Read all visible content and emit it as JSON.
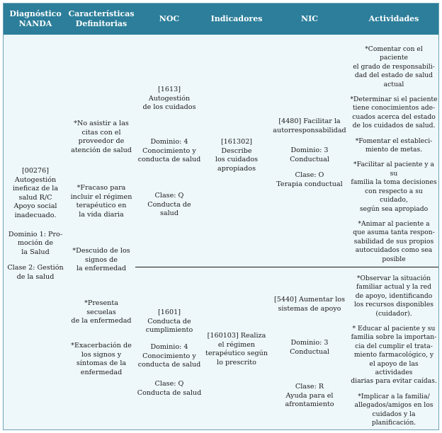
{
  "headers": {
    "diagnostico": "Diagnóstico\nNANDA",
    "caracteristicas": "Características\nDefinitorias",
    "noc": "NOC",
    "indicadores": "Indicadores",
    "nic": "NIC",
    "actividades": "Actividades"
  },
  "diagnosis": {
    "code_text": "[00276]\nAutogestión\nineficaz de la\nsalud R/C\nApoyo social\ninadecuado.",
    "dominio": "Dominio 1: Pro-\nmoción de\nla Salud",
    "clase": "Clase 2: Gestión\nde la salud"
  },
  "characteristics": [
    "*No asistir a las\ncitas con el\nproveedor de\natención de salud",
    "*Fracaso para\nincluir el régimen\nterapéutico en\nla vida diaria",
    "*Descuido de los\nsignos de\nla enfermedad",
    "*Presenta secuelas\nde la enfermedad",
    "*Exacerbación de\nlos signos y\nsíntomas de la\nenfermedad"
  ],
  "noc_1": {
    "code": "[1613]\nAutogestión\nde los cuidados",
    "dominio": "Dominio: 4\nConocimiento y\nconducta de salud",
    "clase": "Clase: Q\nConducta de\nsalud"
  },
  "noc_2": {
    "code": "[1601]\nConducta de\ncumplimiento",
    "dominio": "Dominio: 4\nConocimiento y\nconducta de salud",
    "clase": "Clase: Q\nConducta de salud"
  },
  "indicador_1": "[161302] Describe\nlos cuidados\napropiados",
  "indicador_2": "[160103] Realiza\nel régimen\nterapéutico según\nlo prescrito",
  "nic_1": {
    "code": "[4480] Facilitar la\nautorresponsabilidad",
    "dominio": "Dominio: 3\nConductual",
    "clase": "Clase: O\nTerapia conductual"
  },
  "nic_2": {
    "code": "[5440] Aumentar los\nsistemas de apoyo",
    "dominio": "Dominio: 3\nConductual",
    "clase": "Clase: R\nAyuda para el\nafrontamiento"
  },
  "actividades_1": [
    "*Comentar con el paciente\nel grado de responsabili-\ndad del estado de salud\nactual",
    "*Determinar si el paciente\ntiene conocimientos ade-\ncuados acerca del estado\nde los cuidados de salud.",
    "*Fomentar el estableci-\nmiento de metas.",
    "*Facilitar al paciente y a su\nfamilia la toma decisiones\ncon respecto a su cuidado,\nsegún sea apropiado",
    "*Animar al paciente a\nque asuma tanta respon-\nsabilidad de sus propios\nautocuidados como sea\nposible"
  ],
  "actividades_2": [
    "*Observar la situación\nfamiliar actual y la red\nde apoyo, identificando\nlos recursos disponibles\n(cuidador).",
    "* Educar al paciente y su\nfamilia sobre la importan-\ncia del cumplir el trata-\nmiento farmacológico, y\nel apoyo de las actividades\ndiarias para evitar caídas.",
    "*Implicar a la familia/\nallegados/amigos en los\ncuidados y la planificación."
  ]
}
